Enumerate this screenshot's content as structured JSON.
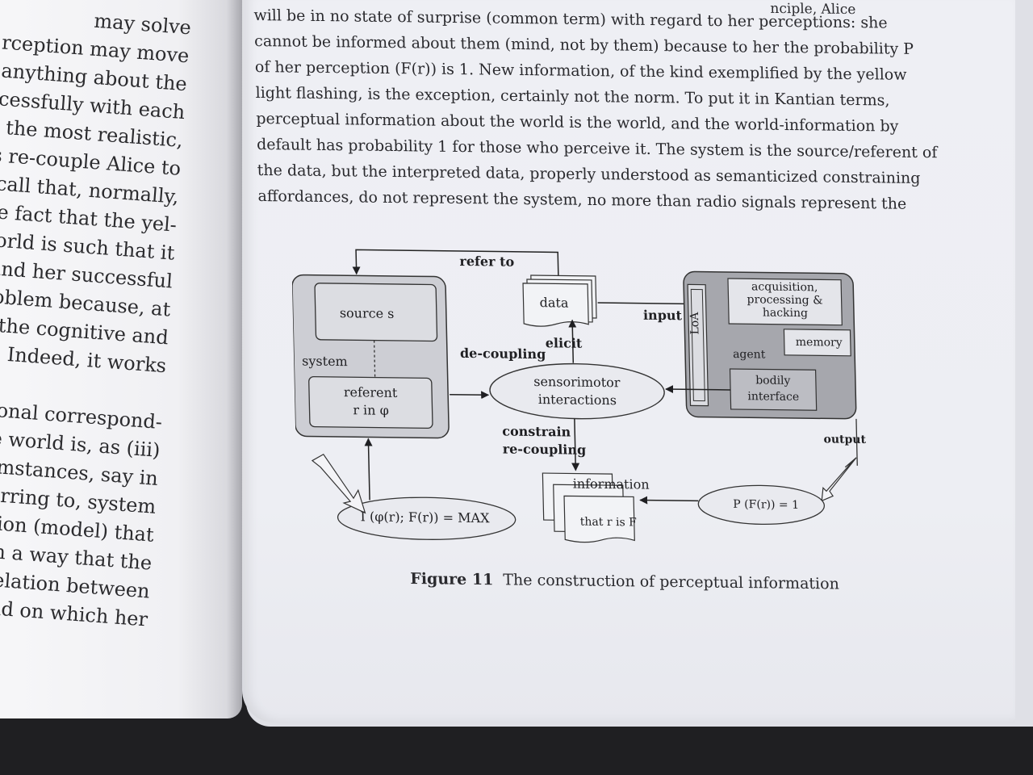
{
  "left_page": {
    "lines": [
      "may solve",
      "rception may move",
      "anything about the",
      "cessfully with each",
      "n the most realistic,",
      "s re-couple Alice to",
      "ecall that, normally,",
      "he fact that the yel-",
      "world is such that it",
      "and her successful",
      "oroblem because, at",
      "in the cognitive and",
      "n. Indeed, it works",
      "",
      "tational correspond-",
      "the world is, as (iii)",
      "rcumstances, say in",
      "d referring to, system",
      "rmation (model) that",
      "n such a way that the",
      "correlation between",
      "ly and on which her"
    ]
  },
  "body": {
    "lines": [
      "will be in no state of surprise (common term) with regard to her perceptions: she",
      "cannot be informed about them (mind, not by them) because to her the probability P",
      "of her perception (F(r)) is 1. New information, of the kind exemplified by the yellow",
      "light flashing, is the exception, certainly not the norm. To put it in Kantian terms,",
      "perceptual information about the world is the world, and the world-information by",
      "default has probability 1 for those who perceive it. The system is the source/referent of",
      "the data, but the interpreted data, properly understood as semanticized constraining",
      "affordances, do not represent the system, no more than radio signals represent the"
    ],
    "corner": "nciple, Alice"
  },
  "figure": {
    "refer_to": "refer to",
    "data": "data",
    "input": "input",
    "source": "source s",
    "system": "system",
    "referent_1": "referent",
    "referent_2": "r in φ",
    "elicit": "elicit",
    "decoupling": "de-coupling",
    "sensorimotor_1": "sensorimotor",
    "sensorimotor_2": "interactions",
    "loa": "LoA",
    "acquisition_1": "acquisition,",
    "acquisition_2": "processing &",
    "acquisition_3": "hacking",
    "memory": "memory",
    "agent": "agent",
    "bodily_1": "bodily",
    "bodily_2": "interface",
    "constrain": "constrain",
    "recoupling": "re-coupling",
    "output": "output",
    "information": "information",
    "that_r_is_f": "that r is F",
    "mutual_info": "I (φ(r); F(r)) = MAX",
    "probability": "P (F(r)) = 1"
  },
  "caption": {
    "label": "Figure 11",
    "text": "The construction of perceptual information"
  }
}
